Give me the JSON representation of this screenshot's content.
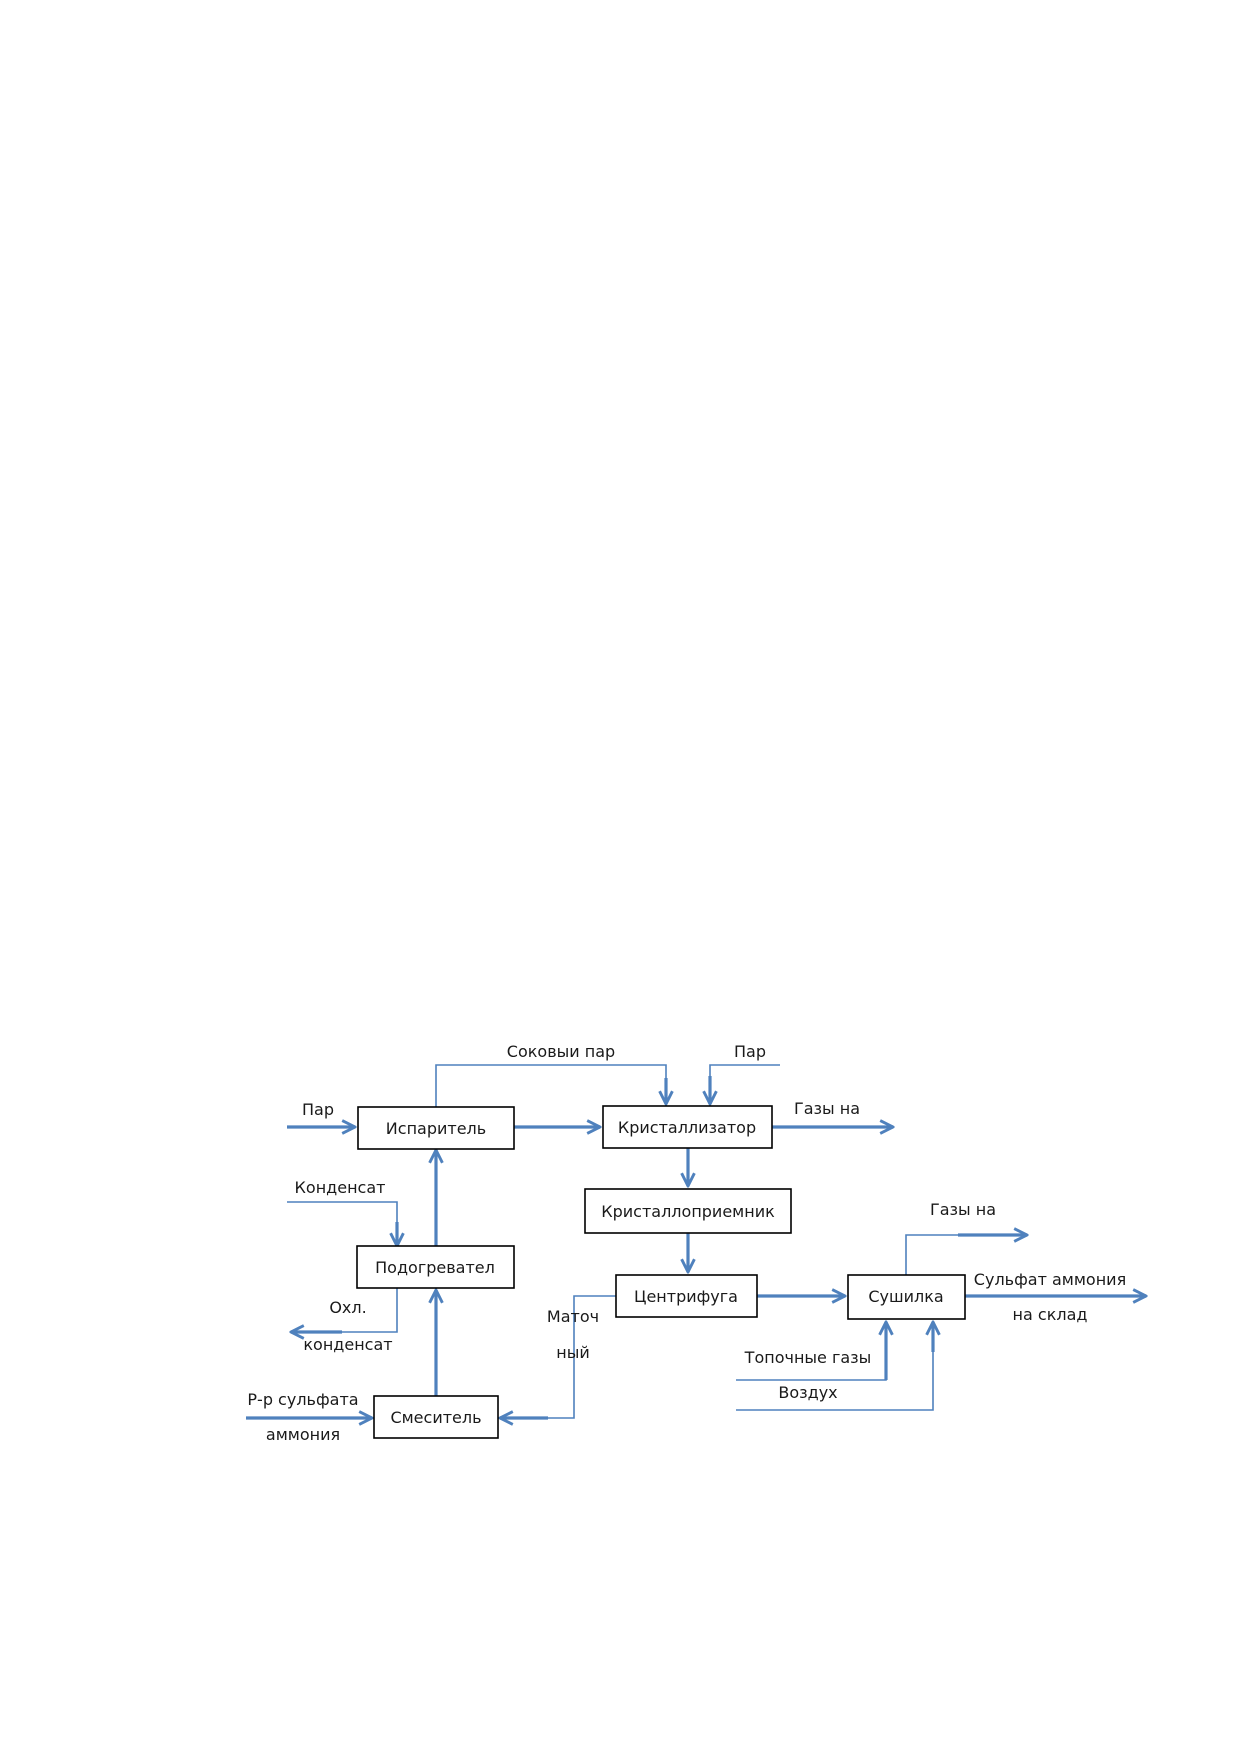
{
  "diagram": {
    "colors": {
      "flow": "#4F81BD",
      "box_border": "#000000",
      "text": "#1a1a1a"
    },
    "nodes": {
      "evaporator": "Испаритель",
      "crystallizer": "Кристаллизатор",
      "crystal_receiver": "Кристаллоприемник",
      "heater": "Подогревател",
      "centrifuge": "Центрифуга",
      "dryer": "Сушилка",
      "mixer": "Смеситель"
    },
    "labels": {
      "juice_steam": "Соковыи пар",
      "steam_top": "Пар",
      "steam_left": "Пар",
      "gases_to_1": "Газы на",
      "condensate": "Конденсат",
      "gases_to_2": "Газы на",
      "product_line1": "Сульфат аммония",
      "product_line2": "на склад",
      "cooled_line1": "Охл.",
      "cooled_line2": "конденсат",
      "mother_line1": "Маточ",
      "mother_line2": "ный",
      "flue_gases": "Топочные газы",
      "air": "Воздух",
      "solution_line1": "Р-р сульфата",
      "solution_line2": "аммония"
    }
  }
}
